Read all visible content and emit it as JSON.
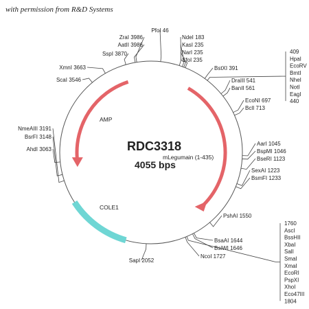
{
  "permission_text": "with permission from R&D Systems",
  "plasmid": {
    "name": "RDC3318",
    "size": "4055 bps",
    "insert_label": "mLegumain (1-435)"
  },
  "features": [
    {
      "label": "AMP",
      "color": "#e46468"
    },
    {
      "label": "COLE1",
      "color": "#6fd6d4"
    },
    {
      "label": "",
      "color": "#e46468"
    }
  ],
  "sites": [
    {
      "label": "PfoI 46"
    },
    {
      "label": "NdeI 183"
    },
    {
      "label": "KasI 235"
    },
    {
      "label": "NarI 235"
    },
    {
      "label": "SfoI 235"
    },
    {
      "label": "BstXI 391"
    },
    {
      "label": "DraIII 541"
    },
    {
      "label": "BanII 561"
    },
    {
      "label": "EcoNI 697"
    },
    {
      "label": "BclI 713"
    },
    {
      "label": "AarI 1045"
    },
    {
      "label": "BspMI 1046"
    },
    {
      "label": "BseRI 1123"
    },
    {
      "label": "SexAI 1223"
    },
    {
      "label": "BsmFI 1233"
    },
    {
      "label": "PshAI 1550"
    },
    {
      "label": "BsaAI 1644"
    },
    {
      "label": "BsiWI 1646"
    },
    {
      "label": "NcoI 1727"
    },
    {
      "label": "SapI 2052"
    },
    {
      "label": "AhdI 3063"
    },
    {
      "label": "BsrFI 3148"
    },
    {
      "label": "NmeAIII 3191"
    },
    {
      "label": "ScaI 3546"
    },
    {
      "label": "XmnI 3663"
    },
    {
      "label": "SspI 3870"
    },
    {
      "label": "AatII 3986"
    },
    {
      "label": "ZraI 3986"
    }
  ],
  "site_group_top": [
    "409",
    "HpaI",
    "EcoRV",
    "BmtI",
    "NheI",
    "NotI",
    "EagI",
    "440"
  ],
  "site_group_bottom": [
    "1760",
    "AscI",
    "BssHII",
    "XbaI",
    "SalI",
    "SmaI",
    "XmaI",
    "EcoRI",
    "PspXI",
    "XhoI",
    "Eco47III",
    "1804"
  ]
}
